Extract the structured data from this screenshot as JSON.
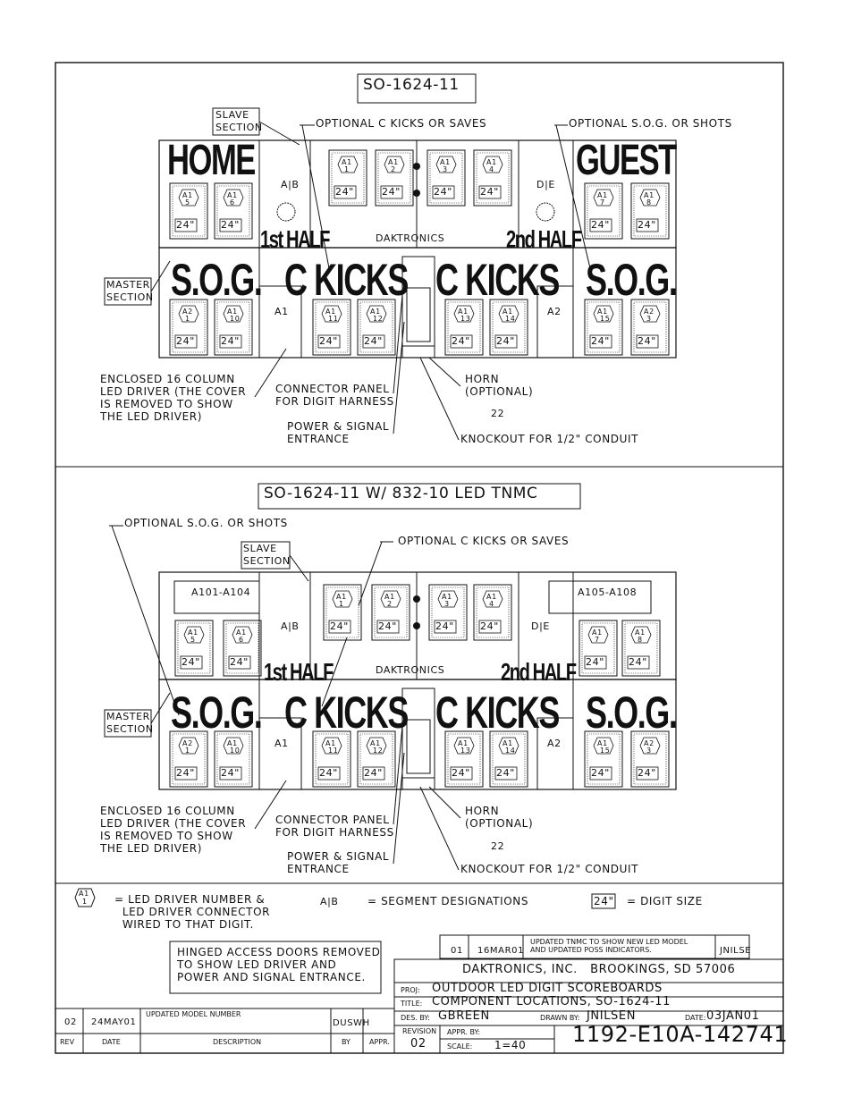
{
  "colors": {
    "ink": "#111111",
    "paper": "#ffffff"
  },
  "top": {
    "title": "SO-1624-11",
    "slave_label": "SLAVE\nSECTION",
    "master_label": "MASTER\nSECTION",
    "optional_kicks": "OPTIONAL C KICKS OR SAVES",
    "optional_sog": "OPTIONAL S.O.G. OR SHOTS",
    "home": "HOME",
    "guest": "GUEST",
    "first_half": "1st HALF",
    "second_half": "2nd HALF",
    "brand": "DAKTRONICS",
    "seg_ab": "A|B",
    "seg_de": "D|E",
    "sog": "S.O.G.",
    "c_kicks": "C KICKS",
    "a1": "A1",
    "a2": "A2",
    "digit_size": "24\"",
    "notes": {
      "driver": "ENCLOSED 16 COLUMN\nLED DRIVER (THE COVER\nIS REMOVED TO SHOW\nTHE LED DRIVER)",
      "connector": "CONNECTOR PANEL\nFOR DIGIT HARNESS",
      "power": "POWER & SIGNAL\nENTRANCE",
      "horn": "HORN\n(OPTIONAL)",
      "knockout": "KNOCKOUT FOR 1/2\" CONDUIT",
      "ref_22": "22"
    }
  },
  "bottom": {
    "title": "SO-1624-11 W/ 832-10 LED TNMC",
    "optional_sog": "OPTIONAL S.O.G. OR SHOTS",
    "slave_label": "SLAVE\nSECTION",
    "optional_kicks": "OPTIONAL C KICKS OR SAVES",
    "tnmc_left": "A101-A104",
    "tnmc_right": "A105-A108",
    "master_label": "MASTER\nSECTION"
  },
  "legend": {
    "driver_def": "= LED DRIVER NUMBER &\n  LED DRIVER CONNECTOR\n  WIRED TO THAT DIGIT.",
    "segment_def": "= SEGMENT DESIGNATIONS",
    "size_def": "= DIGIT SIZE",
    "hinged_note": "HINGED ACCESS DOORS REMOVED\nTO SHOW LED DRIVER AND\nPOWER AND SIGNAL ENTRANCE."
  },
  "title_block": {
    "rev01": {
      "rev": "01",
      "date": "16MAR01",
      "desc": "UPDATED TNMC TO SHOW NEW LED MODEL\nAND UPDATED POSS INDICATORS.",
      "by": "JNILSE"
    },
    "company": "DAKTRONICS, INC.   BROOKINGS, SD 57006",
    "proj_label": "PROJ:",
    "proj": "OUTDOOR LED DIGIT SCOREBOARDS",
    "title_label": "TITLE:",
    "title": "COMPONENT LOCATIONS, SO-1624-11",
    "des_label": "DES. BY:",
    "des_by": "GBREEN",
    "drawn_label": "DRAWN BY:",
    "drawn_by": "JNILSEN",
    "date_label": "DATE:",
    "date": "03JAN01",
    "revision_label": "REVISION",
    "revision": "02",
    "appr_label": "APPR. BY:",
    "scale_label": "SCALE:",
    "scale": "1=40",
    "drawing_number": "1192-E10A-142741",
    "rev02": {
      "rev": "02",
      "date": "24MAY01",
      "desc": "UPDATED MODEL NUMBER",
      "by": "DUSWH"
    },
    "headers": {
      "rev": "REV",
      "date": "DATE",
      "desc": "DESCRIPTION",
      "by": "BY",
      "appr": "APPR."
    }
  },
  "digit_drivers_top": [
    {
      "a": "A1",
      "n": "5"
    },
    {
      "a": "A1",
      "n": "6"
    },
    {
      "a": "A1",
      "n": "1"
    },
    {
      "a": "A1",
      "n": "2"
    },
    {
      "a": "A1",
      "n": "3"
    },
    {
      "a": "A1",
      "n": "4"
    },
    {
      "a": "A1",
      "n": "7"
    },
    {
      "a": "A1",
      "n": "8"
    }
  ],
  "digit_drivers_bottom_row": [
    {
      "a": "A2",
      "n": "1"
    },
    {
      "a": "A1",
      "n": "10"
    },
    {
      "a": "A1",
      "n": "11"
    },
    {
      "a": "A1",
      "n": "12"
    },
    {
      "a": "A1",
      "n": "13"
    },
    {
      "a": "A1",
      "n": "14"
    },
    {
      "a": "A1",
      "n": "15"
    },
    {
      "a": "A2",
      "n": "3"
    }
  ]
}
